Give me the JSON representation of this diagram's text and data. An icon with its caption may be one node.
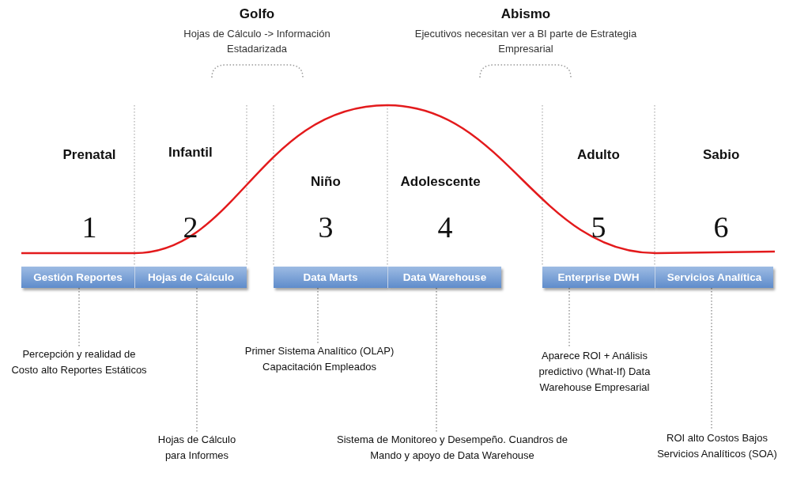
{
  "diagram": {
    "nodes": [
      {
        "text": [
          "Gestión Reportes"
        ]
      },
      {
        "text": [
          "Hojas de Cálculo"
        ]
      },
      {
        "text": [
          "Data Marts"
        ]
      },
      {
        "text": [
          "Data Warehouse"
        ]
      },
      {
        "text": [
          "Enterprise DWH"
        ]
      },
      {
        "text": [
          "Servicios Analítica"
        ]
      },
      {
        "text": [
          "Percepción y realidad de Costo alto Reportes Estáticos"
        ]
      },
      {
        "text": [
          "Hojas de Cálculo para Informes"
        ]
      },
      {
        "text": [
          "Primer Sistema Analítico (OLAP) Capacitación Empleados"
        ]
      },
      {
        "text": [
          "Sistema de Monitoreo y Desempeño. Cuandros de Mando y apoyo de Data Warehouse"
        ]
      },
      {
        "text": [
          "Aparece ROI + Análisis predictivo (What-If) Data Warehouse Empresarial"
        ]
      },
      {
        "text": [
          "ROI alto Costos Bajos Servicios Analíticos (SOA)"
        ]
      }
    ],
    "edges": [
      {
        "from": 0,
        "to": 6,
        "arrow": "none",
        "style": "dashed"
      },
      {
        "from": 1,
        "to": 7,
        "arrow": "none",
        "style": "dashed"
      },
      {
        "from": 2,
        "to": 8,
        "arrow": "none",
        "style": "dashed"
      },
      {
        "from": 3,
        "to": 9,
        "arrow": "none",
        "style": "dashed"
      },
      {
        "from": 4,
        "to": 10,
        "arrow": "none",
        "style": "dashed"
      },
      {
        "from": 5,
        "to": 11,
        "arrow": "none",
        "style": "dashed"
      }
    ],
    "labels": [
      "Golfo",
      "Hojas de Cálculo -> Información Estadarizada",
      "Abismo",
      "Ejecutivos necesitan ver a BI parte de Estrategia Empresarial",
      "Prenatal",
      "Infantil",
      "Niño",
      "Adolescente",
      "Adulto",
      "Sabio",
      "1",
      "2",
      "3",
      "4",
      "5",
      "6"
    ]
  }
}
